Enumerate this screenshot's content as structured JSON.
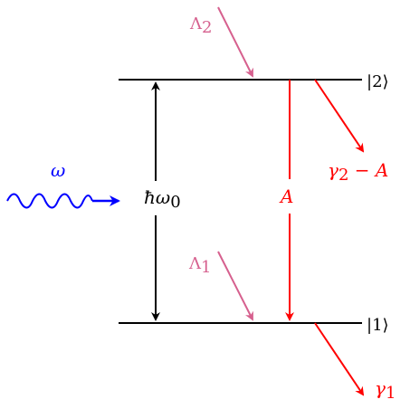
{
  "levels": {
    "upper": "|2⟩",
    "lower": "|1⟩"
  },
  "labels": {
    "omega": "ω",
    "hbar_omega0": "ħω",
    "hbar_omega0_sub": "0",
    "A": "A",
    "lambda2": "Λ",
    "lambda2_sub": "2",
    "lambda1": "Λ",
    "lambda1_sub": "1",
    "gamma2": "γ",
    "gamma2_sub": "2",
    "gamma2_rest": " − A",
    "gamma1": "γ",
    "gamma1_sub": "1"
  },
  "colors": {
    "black": "#000000",
    "red": "#ff0000",
    "pink": "#d6608e",
    "blue": "#0000ff"
  }
}
